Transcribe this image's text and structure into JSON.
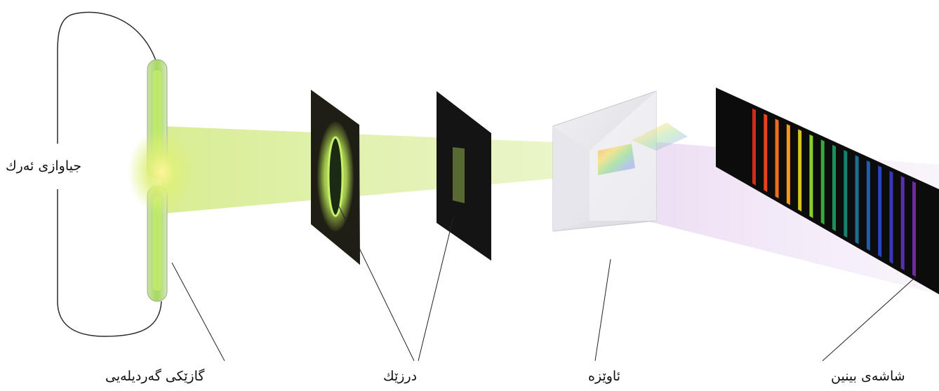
{
  "labels": {
    "voltage": "جیاوازی ئەرك",
    "gas_tube": "گازێکی گەردیلەیی",
    "slits": "درزێك",
    "prism": "ئاوێزە",
    "screen": "شاشەی بینین"
  },
  "colors": {
    "beam": "#d9ef9a",
    "tube_glow": "#b8e07a",
    "slit_plate": "#1a1a1a",
    "screen": "#0c0c0c"
  },
  "spectrum_lines": [
    {
      "color": "#d42a1e"
    },
    {
      "color": "#e2441c"
    },
    {
      "color": "#ef6d1a"
    },
    {
      "color": "#f39a1a"
    },
    {
      "color": "#d8c41c"
    },
    {
      "color": "#8bcf2a"
    },
    {
      "color": "#3aa83a"
    },
    {
      "color": "#1f8f5a"
    },
    {
      "color": "#16806e"
    },
    {
      "color": "#18718f"
    },
    {
      "color": "#1f5fb0"
    },
    {
      "color": "#2747c0"
    },
    {
      "color": "#3a36b8"
    },
    {
      "color": "#5a2fae"
    },
    {
      "color": "#6e2aa0"
    }
  ]
}
